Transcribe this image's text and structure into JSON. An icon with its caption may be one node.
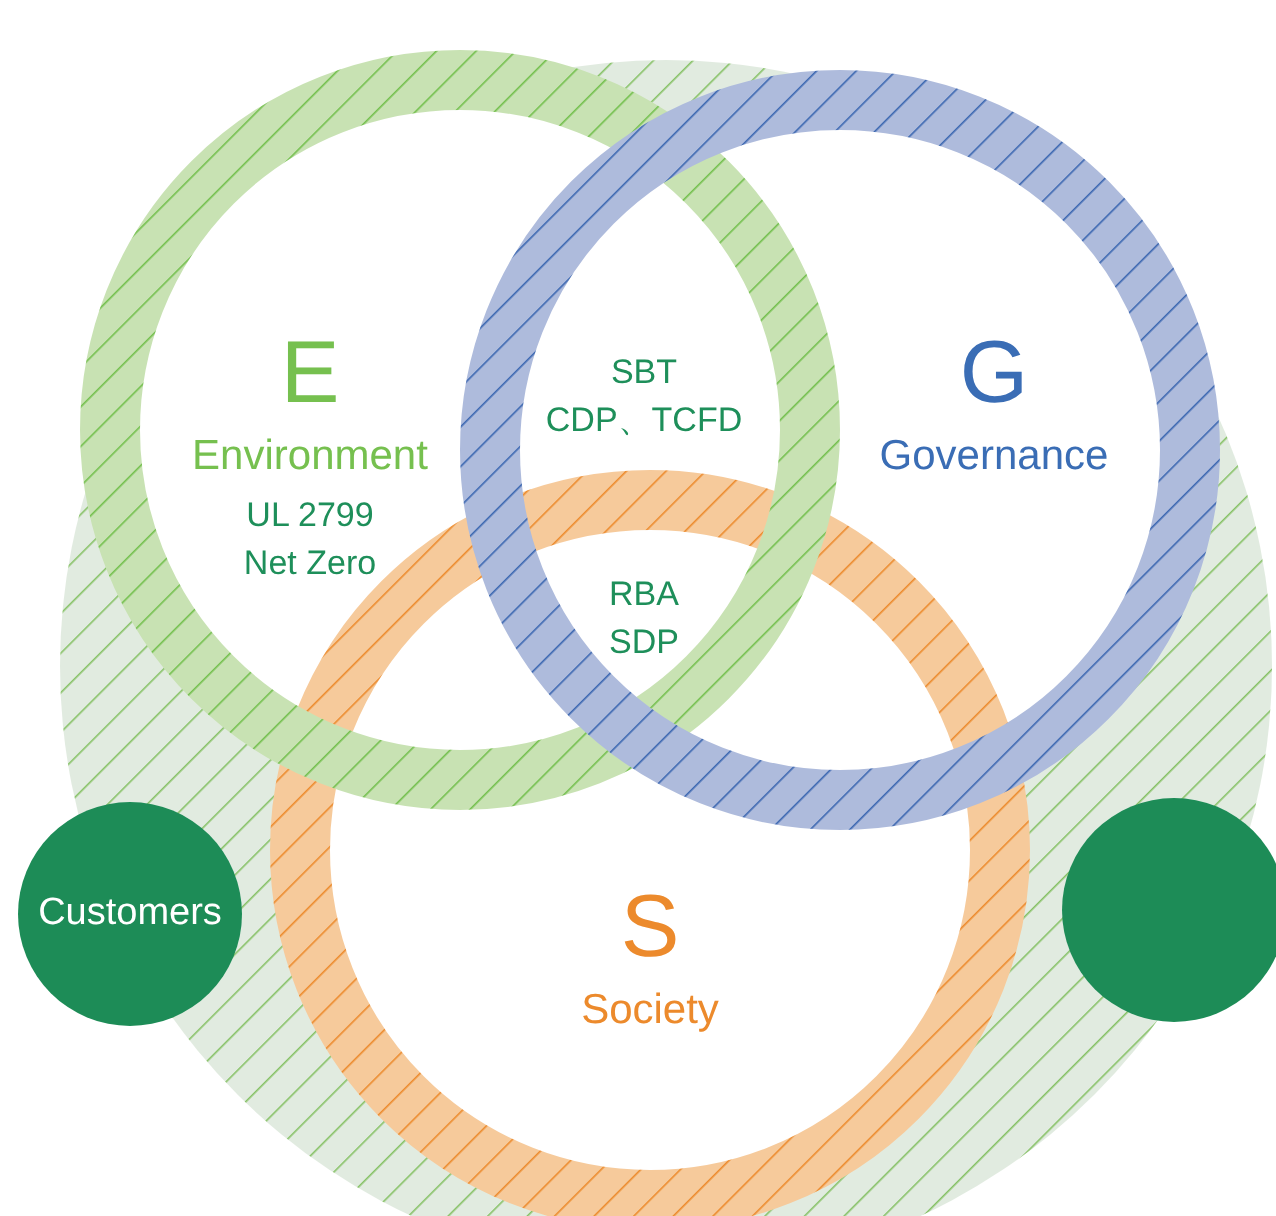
{
  "diagram": {
    "nodes": [
      {
        "text": [
          "E",
          "Environment",
          "UL 2799 Net Zero"
        ]
      },
      {
        "text": [
          "G",
          "Governance"
        ]
      },
      {
        "text": [
          "S",
          "Society"
        ]
      },
      {
        "text": [
          "Customers"
        ]
      },
      {
        "text": [],
        "shape": "circle"
      }
    ],
    "labels": [
      "SBT",
      "CDP、TCFD",
      "RBA",
      "SDP"
    ]
  }
}
